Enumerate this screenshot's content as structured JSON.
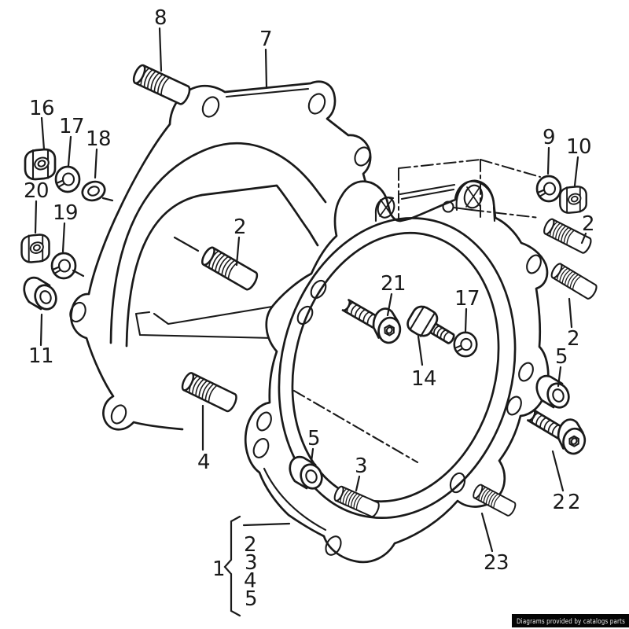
{
  "diagram": {
    "type": "exploded-parts-diagram",
    "callouts": {
      "n8": "8",
      "n7": "7",
      "n16": "16",
      "n17a": "17",
      "n18": "18",
      "n20": "20",
      "n19": "19",
      "n11": "11",
      "n2_mid": "2",
      "n9": "9",
      "n10": "10",
      "n2_right_top": "2",
      "n2_right_bottom": "2",
      "n5_right": "5",
      "n22": "22",
      "n23": "23",
      "n21": "21",
      "n14": "14",
      "n17b": "17",
      "n5_bottom": "5",
      "n3": "3",
      "n4": "4"
    },
    "assembly_group": {
      "label": "1",
      "items": [
        "2",
        "3",
        "4",
        "5"
      ]
    },
    "watermark": {
      "text": "Diagrams provided by catalogs parts"
    },
    "colors": {
      "ink": "#1a1a1a",
      "paper": "#ffffff",
      "watermark_bg": "#050505",
      "watermark_text": "#efefef"
    },
    "icons": {
      "p8": "threaded-stud",
      "p7": "gasket-plate",
      "p16": "hex-nut",
      "p17": "spring-washer",
      "p18": "flat-washer",
      "p20": "hex-nut",
      "p19": "spring-washer",
      "p11": "spacer-sleeve",
      "p2": "threaded-stud",
      "p9": "spring-washer",
      "p10": "hex-nut",
      "p5": "spacer-sleeve",
      "p22": "socket-head-bolt",
      "p23": "threaded-stud",
      "p21": "socket-head-bolt",
      "p14": "hex-head-bolt",
      "p17b": "spring-washer",
      "p3": "threaded-stud",
      "p4": "threaded-stud",
      "p1": "cover-assembly-group"
    }
  }
}
